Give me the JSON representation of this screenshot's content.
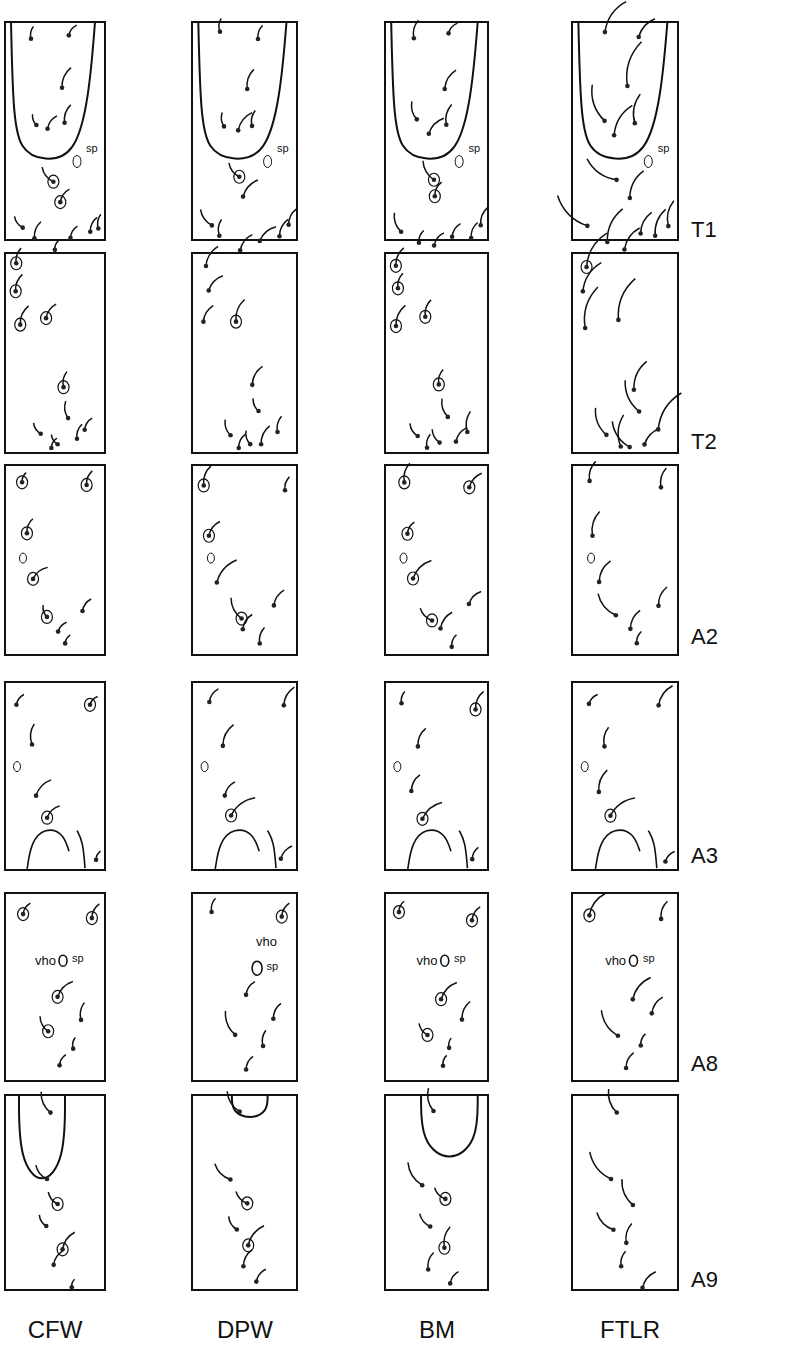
{
  "diagram": {
    "labels": [
      "sp",
      "sp",
      "sp",
      "sp",
      "T1",
      "T2",
      "A2",
      "A3",
      "vho",
      "sp",
      "vho",
      "sp",
      "vho",
      "sp",
      "vho",
      "sp",
      "A8",
      "A9",
      "CFW",
      "DPW",
      "BM",
      "FTLR"
    ]
  }
}
